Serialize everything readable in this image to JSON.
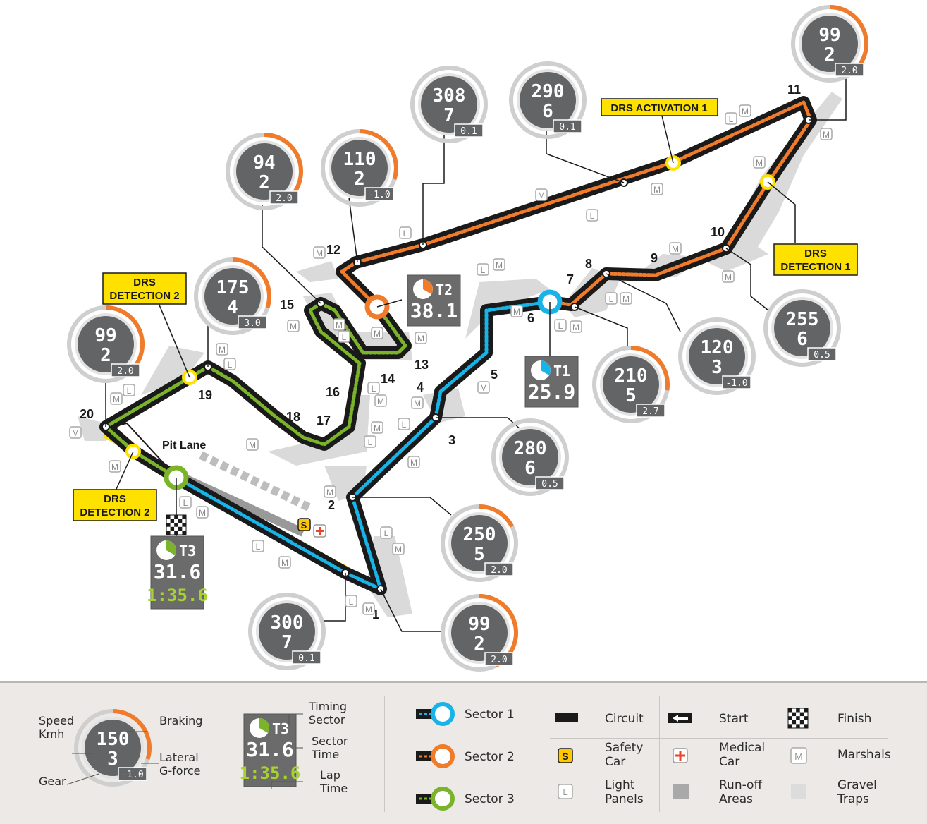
{
  "turns": [
    "1",
    "2",
    "3",
    "4",
    "5",
    "6",
    "7",
    "8",
    "9",
    "10",
    "11",
    "12",
    "13",
    "14",
    "15",
    "16",
    "17",
    "18",
    "19",
    "20"
  ],
  "pit_lane_label": "Pit Lane",
  "drs": {
    "activation_1": "DRS ACTIVATION 1",
    "detection_1_line1": "DRS",
    "detection_1_line2": "DETECTION 1",
    "detection_2_line1": "DRS",
    "detection_2_line2": "DETECTION 2"
  },
  "corner_gauges": [
    {
      "id": "t1",
      "speed": "99",
      "gear": "2",
      "gforce": "2.0",
      "braking_level": 0.85
    },
    {
      "id": "t2",
      "speed": "250",
      "gear": "5",
      "gforce": "2.0",
      "braking_level": 0.35
    },
    {
      "id": "t3",
      "speed": "280",
      "gear": "6",
      "gforce": "0.5",
      "braking_level": 0.0
    },
    {
      "id": "t6",
      "speed": "210",
      "gear": "5",
      "gforce": "2.7",
      "braking_level": 0.55
    },
    {
      "id": "t9",
      "speed": "120",
      "gear": "3",
      "gforce": "-1.0",
      "braking_level": 0.0
    },
    {
      "id": "t10",
      "speed": "255",
      "gear": "6",
      "gforce": "0.5",
      "braking_level": 0.0
    },
    {
      "id": "t11",
      "speed": "99",
      "gear": "2",
      "gforce": "2.0",
      "braking_level": 0.8
    },
    {
      "id": "back1",
      "speed": "290",
      "gear": "6",
      "gforce": "0.1",
      "braking_level": 0.0
    },
    {
      "id": "back2",
      "speed": "308",
      "gear": "7",
      "gforce": "0.1",
      "braking_level": 0.0
    },
    {
      "id": "t12",
      "speed": "110",
      "gear": "2",
      "gforce": "-1.0",
      "braking_level": 0.6
    },
    {
      "id": "t15",
      "speed": "94",
      "gear": "2",
      "gforce": "2.0",
      "braking_level": 0.7
    },
    {
      "id": "t19",
      "speed": "175",
      "gear": "4",
      "gforce": "3.0",
      "braking_level": 0.6
    },
    {
      "id": "t20",
      "speed": "99",
      "gear": "2",
      "gforce": "2.0",
      "braking_level": 0.8
    },
    {
      "id": "straight",
      "speed": "300",
      "gear": "7",
      "gforce": "0.1",
      "braking_level": 0.0
    }
  ],
  "timing": {
    "t1": {
      "label": "T1",
      "value": "25.9"
    },
    "t2": {
      "label": "T2",
      "value": "38.1"
    },
    "t3": {
      "label": "T3",
      "value": "31.6",
      "lap": "1:35.6"
    }
  },
  "markers": {
    "marshal": "M",
    "light": "L",
    "safety": "S"
  },
  "legend": {
    "gauge": {
      "speed": "150",
      "gear": "3",
      "gforce": "-1.0",
      "braking_level": 0.6
    },
    "gauge_labels": {
      "speed": "Speed\nKmh",
      "gear": "Gear",
      "braking": "Braking",
      "lateral": "Lateral\nG-force"
    },
    "sector_gauge": {
      "label": "T3",
      "value": "31.6",
      "lap": "1:35.6"
    },
    "sector_labels": {
      "timing": "Timing\nSector",
      "sector_time": "Sector\nTime",
      "lap_time": "Lap\nTime"
    },
    "sectors": [
      {
        "label": "Sector 1",
        "color": "#18b4e8"
      },
      {
        "label": "Sector 2",
        "color": "#f07b2b"
      },
      {
        "label": "Sector 3",
        "color": "#7bb42b"
      }
    ],
    "items": {
      "circuit": "Circuit",
      "start": "Start",
      "finish": "Finish",
      "safety_car": "Safety\nCar",
      "medical_car": "Medical\nCar",
      "marshals": "Marshals",
      "light_panels": "Light\nPanels",
      "runoff": "Run-off\nAreas",
      "gravel": "Gravel\nTraps"
    }
  },
  "colors": {
    "sector1": "#18b4e8",
    "sector2": "#f07b2b",
    "sector3": "#7bb42b",
    "drs": "#ffe100",
    "track": "#1a1a1a",
    "gauge": "#636466",
    "gravel": "#d9d9d9"
  }
}
